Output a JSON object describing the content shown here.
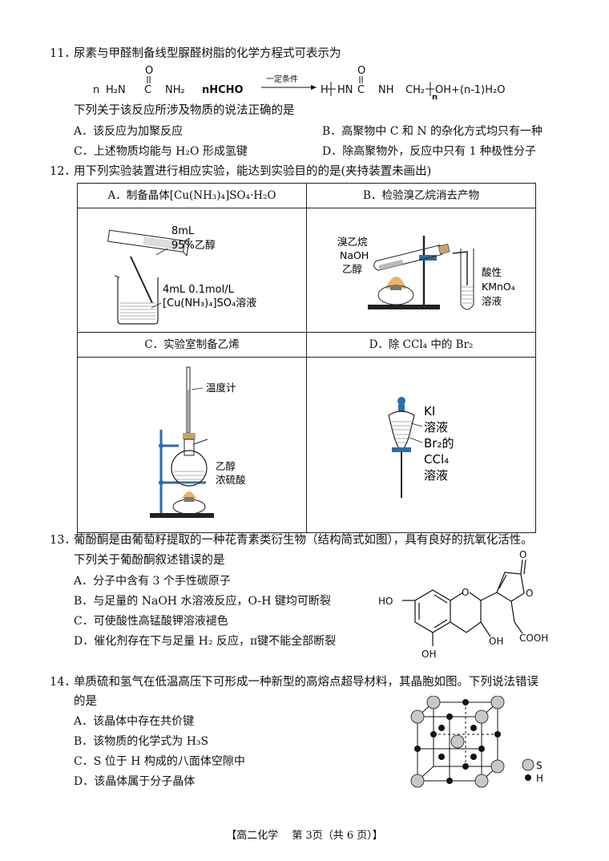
{
  "q11": {
    "number": "11．",
    "stem": "尿素与甲醛制备线型脲醛树脂的化学方程式可表示为",
    "equation": {
      "n1": "n",
      "h2n": "H₂N",
      "c": "C",
      "nh2": "NH₂",
      "nhcho": "nHCHO",
      "condition": "一定条件",
      "h_bracket": "H",
      "hn": "HN",
      "c2": "C",
      "nh": "NH",
      "ch2": "CH₂",
      "n_sub": "n",
      "tail": "OH+(n-1)H₂O",
      "o1": "O",
      "o2": "O"
    },
    "prompt": "下列关于该反应所涉及物质的说法正确的是",
    "options": {
      "A": "A．该反应为加聚反应",
      "B": "B．高聚物中 C 和 N 的杂化方式均只有一种",
      "C": "C．上述物质均能与 H₂O 形成氢键",
      "D": "D．除高聚物外，反应中只有 1 种极性分子"
    }
  },
  "q12": {
    "number": "12．",
    "stem": "用下列实验装置进行相应实验，能达到实验目的的是(夹持装置未画出)",
    "cells": {
      "A_title": "A．制备晶体[Cu(NH₃)₄]SO₄·H₂O",
      "B_title": "B．检验溴乙烷消去产物",
      "C_title": "C．实验室制备乙烯",
      "D_title": "D．除 CCl₄ 中的 Br₂"
    },
    "labels": {
      "a_8ml": "8mL",
      "a_ethanol": "95%乙醇",
      "a_sol1": "4mL 0.1mol/L",
      "a_sol2": "[Cu(NH₃)₄]SO₄溶液",
      "b_l1": "溴乙烷",
      "b_l2": "NaOH",
      "b_l3": "乙醇",
      "b_r1": "酸性",
      "b_r2": "KMnO₄",
      "b_r3": "溶液",
      "c_thermo": "温度计",
      "c_l1": "乙醇",
      "c_l2": "浓硫酸",
      "d_l1": "KI",
      "d_l2": "溶液",
      "d_l3": "Br₂的",
      "d_l4": "CCl₄",
      "d_l5": "溶液"
    }
  },
  "q13": {
    "number": "13．",
    "stem": "葡酚酮是由葡萄籽提取的一种花青素类衍生物（结构简式如图），具有良好的抗氧化活性。",
    "prompt": "下列关于葡酚酮叙述错误的是",
    "options": {
      "A": "A．分子中含有 3 个手性碳原子",
      "B": "B．与足量的 NaOH 水溶液反应，O-H 键均可断裂",
      "C": "C．可使酸性高锰酸钾溶液褪色",
      "D": "D．催化剂存在下与足量 H₂ 反应，π键不能全部断裂"
    },
    "struct": {
      "o_top": "O",
      "ho1": "HO",
      "o_ring": "O",
      "o_lact": "O",
      "oh1": "OH",
      "oh2": "OH",
      "cooh": "COOH"
    }
  },
  "q14": {
    "number": "14．",
    "stem": "单质硫和氢气在低温高压下可形成一种新型的高熔点超导材料，其晶胞如图。下列说法错误",
    "stem2": "的是",
    "options": {
      "A": "A．该晶体中存在共价键",
      "B": "B．该物质的化学式为 H₃S",
      "C": "C．S 位于 H 构成的八面体空隙中",
      "D": "D．该晶体属于分子晶体"
    },
    "legend": {
      "s": "S",
      "h": "H"
    }
  },
  "footer": "【高二化学　 第 3页（共 6 页）】",
  "colors": {
    "text": "#111111",
    "atom_s": "#c8c8c8",
    "atom_h": "#111111",
    "flame": "#e8a23a"
  }
}
